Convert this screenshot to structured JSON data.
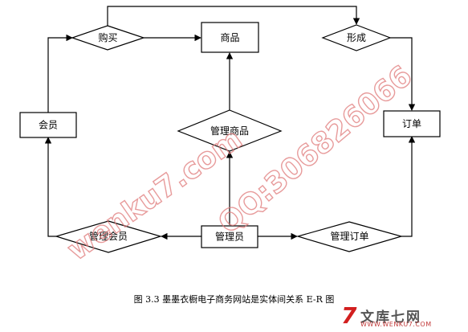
{
  "diagram": {
    "entities": {
      "product": "商品",
      "member": "会员",
      "order": "订单",
      "admin": "管理员"
    },
    "relationships": {
      "buy": "购买",
      "form": "形成",
      "manage_product": "管理商品",
      "manage_member": "管理会员",
      "manage_order": "管理订单"
    }
  },
  "caption": "图 3.3  墨墨衣橱电子商务网站是实体间关系 E-R 图",
  "watermark": {
    "text_1": "wenku7.com",
    "text_2": "QQ:306826066"
  },
  "logo": {
    "mark": "7",
    "name": "文库七网",
    "site": "WWW.WENKU7.COM"
  },
  "colors": {
    "line": "#000000",
    "watermark": "#e07a7a",
    "logo_red": "#d21f1f"
  }
}
